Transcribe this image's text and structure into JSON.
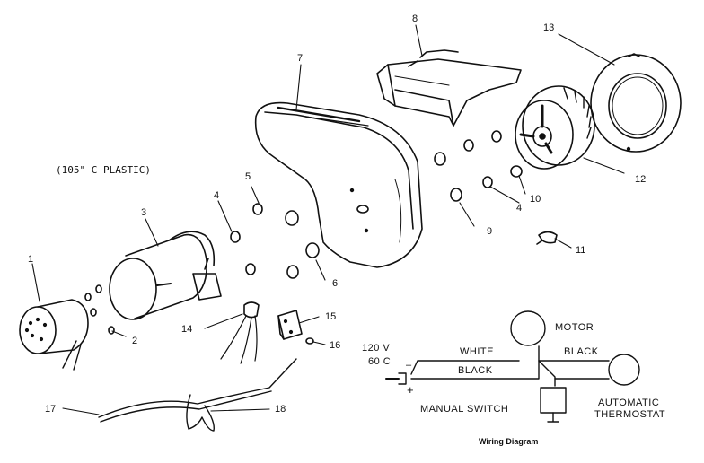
{
  "parts": [
    {
      "number": "1"
    },
    {
      "number": "2"
    },
    {
      "number": "3"
    },
    {
      "number": "4"
    },
    {
      "number": "5"
    },
    {
      "number": "6"
    },
    {
      "number": "7"
    },
    {
      "number": "8"
    },
    {
      "number": "9"
    },
    {
      "number": "4"
    },
    {
      "number": "10"
    },
    {
      "number": "11"
    },
    {
      "number": "12"
    },
    {
      "number": "13"
    },
    {
      "number": "14"
    },
    {
      "number": "15"
    },
    {
      "number": "16"
    },
    {
      "number": "17"
    },
    {
      "number": "18"
    }
  ],
  "notes": {
    "plastic": "(105\" C PLASTIC)"
  },
  "wiring": {
    "motor": "MOTOR",
    "white": "WHITE",
    "black_top": "BLACK",
    "black_mid": "BLACK",
    "voltage": "120 V",
    "frequency": "60 C",
    "minus": "–",
    "plus": "+",
    "manual_switch": "MANUAL SWITCH",
    "automatic": "AUTOMATIC",
    "thermostat": "THERMOSTAT",
    "caption": "Wiring Diagram"
  },
  "colors": {
    "ink": "#111111",
    "paper": "#ffffff"
  }
}
